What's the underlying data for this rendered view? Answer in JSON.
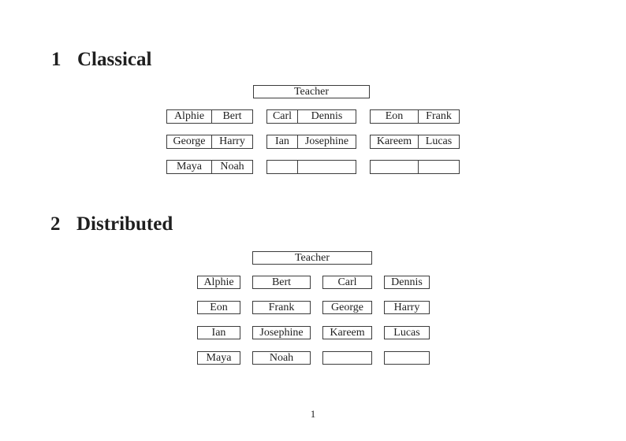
{
  "page": {
    "background_color": "#ffffff",
    "text_color": "#1f1f1f",
    "border_color": "#3c3c3c",
    "page_number": "1"
  },
  "sections": {
    "classical": {
      "number": "1",
      "title": "Classical",
      "teacher_label": "Teacher",
      "desks": [
        {
          "left": "Alphie",
          "right": "Bert"
        },
        {
          "left": "Carl",
          "right": "Dennis"
        },
        {
          "left": "Eon",
          "right": "Frank"
        },
        {
          "left": "George",
          "right": "Harry"
        },
        {
          "left": "Ian",
          "right": "Josephine"
        },
        {
          "left": "Kareem",
          "right": "Lucas"
        },
        {
          "left": "Maya",
          "right": "Noah"
        },
        {
          "left": "",
          "right": ""
        },
        {
          "left": "",
          "right": ""
        }
      ]
    },
    "distributed": {
      "number": "2",
      "title": "Distributed",
      "teacher_label": "Teacher",
      "seats": [
        "Alphie",
        "Bert",
        "Carl",
        "Dennis",
        "Eon",
        "Frank",
        "George",
        "Harry",
        "Ian",
        "Josephine",
        "Kareem",
        "Lucas",
        "Maya",
        "Noah",
        "",
        ""
      ]
    }
  }
}
